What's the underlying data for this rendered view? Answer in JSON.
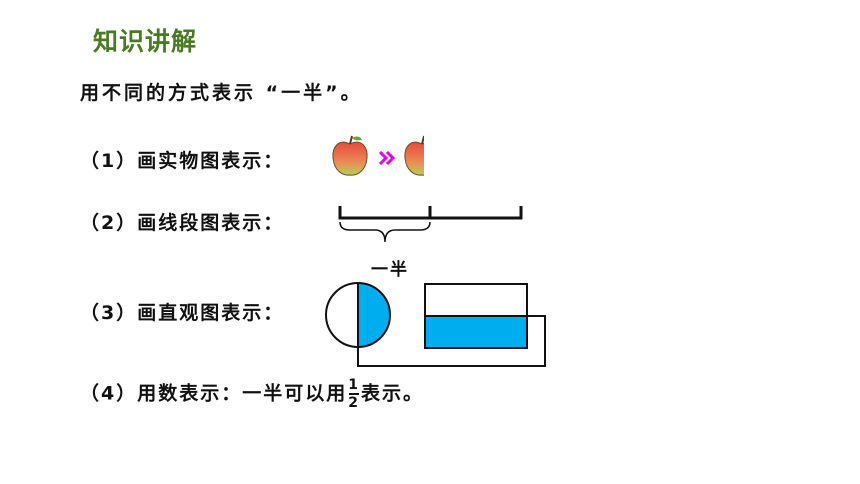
{
  "colors": {
    "title": "#4a7a24",
    "fill": "#00aeef",
    "arrow": "#e800e8",
    "apple_red": "#e8604c",
    "apple_green": "#b6cf52"
  },
  "title": "知识讲解",
  "intro": "用不同的方式表示 “一半”。",
  "items": [
    {
      "label": "（1）画实物图表示："
    },
    {
      "label": "（2）画线段图表示："
    },
    {
      "label": "（3）画直观图表示："
    },
    {
      "label_prefix": "（4）用数表示：一半可以用",
      "numerator": "1",
      "denominator": "2",
      "label_suffix": "表示。"
    }
  ],
  "segment_label": "一半",
  "icons": [
    "apple-icon",
    "double-arrow-icon",
    "half-apple-icon"
  ]
}
